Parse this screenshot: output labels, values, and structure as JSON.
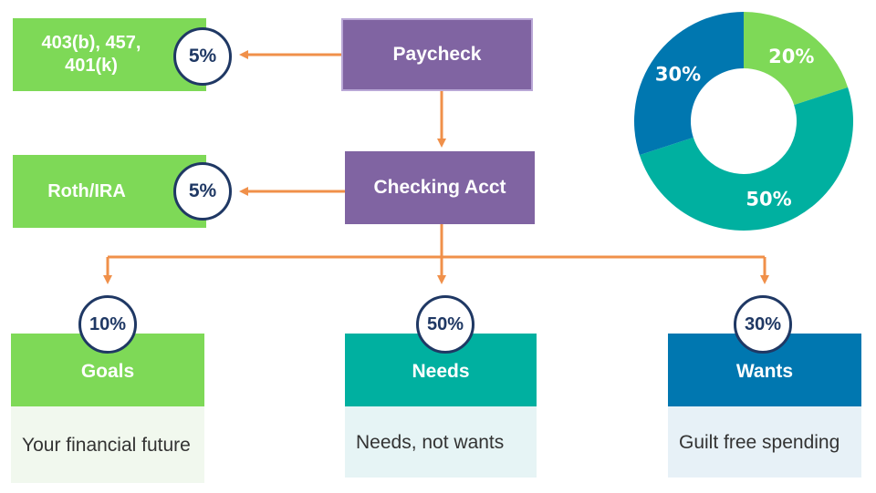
{
  "nodes": {
    "paycheck": "Paycheck",
    "checking": "Checking Acct",
    "retirement": "403(b), 457, 401(k)",
    "roth": "Roth/IRA"
  },
  "badges": {
    "retirement_pct": "5%",
    "roth_pct": "5%"
  },
  "categories": [
    {
      "pct": "10%",
      "label": "Goals",
      "desc": "Your financial future"
    },
    {
      "pct": "50%",
      "label": "Needs",
      "desc": "Needs, not wants"
    },
    {
      "pct": "30%",
      "label": "Wants",
      "desc": "Guilt free spending"
    }
  ],
  "colors": {
    "goals": "#7ed957",
    "needs": "#00b0a0",
    "wants": "#0077b0",
    "accounts": "#8064a2",
    "arrows": "#f0904a"
  },
  "chart_data": {
    "type": "pie",
    "style": "donut",
    "values": [
      20,
      50,
      30
    ],
    "labels": [
      "20%",
      "50%",
      "30%"
    ],
    "colors": [
      "#7ed957",
      "#00b0a0",
      "#0077b0"
    ]
  }
}
